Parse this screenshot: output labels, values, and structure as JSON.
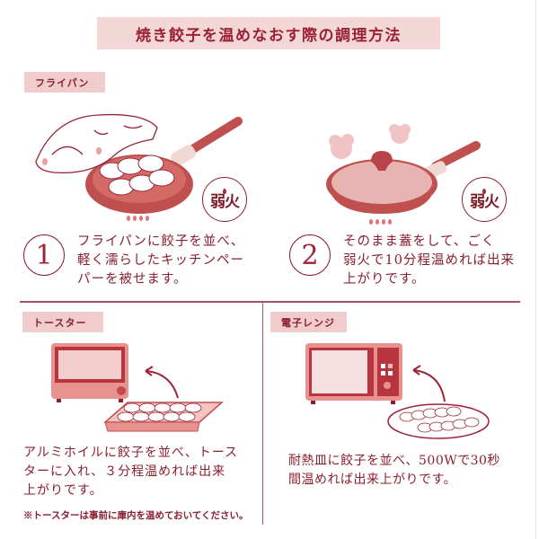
{
  "title": "焼き餃子を温めなおす際の調理方法",
  "sections": {
    "frying_pan": {
      "label": "フライパン",
      "steps": [
        {
          "number": "1",
          "heat_badge": "弱火",
          "lines": [
            "フライパンに餃子を並べ、",
            "軽く濡らしたキッチンペー",
            "パーを被せます。"
          ]
        },
        {
          "number": "2",
          "heat_badge": "弱火",
          "lines": [
            "そのまま蓋をして、ごく",
            "弱火で10分程温めれば出来",
            "上がりです。"
          ]
        }
      ]
    },
    "toaster": {
      "label": "トースター",
      "lines": [
        "アルミホイルに餃子を並べ、トース",
        "ターに入れ、３分程温めれば出来",
        "上がりです。"
      ],
      "note": "※トースターは事前に庫内を温めておいてください。"
    },
    "microwave": {
      "label": "電子レンジ",
      "lines": [
        "耐熱皿に餃子を並べ、500Wで30秒",
        "間温めれば出来上がりです。"
      ]
    }
  },
  "icons": {
    "pan_with_paper": "frying-pan-with-kitchen-paper",
    "pan_with_lid": "frying-pan-with-lid",
    "toaster": "toaster-oven",
    "foil_tray": "foil-tray-with-gyoza",
    "microwave": "microwave-oven",
    "plate": "plate-with-gyoza",
    "heat": "low-heat-flame"
  },
  "colors": {
    "accent": "#8a1f2f",
    "label_bg": "#f0cccd",
    "title_bg": "#f3d6d6",
    "pan": "#c0504f",
    "pan_light": "#e8b4b2"
  }
}
